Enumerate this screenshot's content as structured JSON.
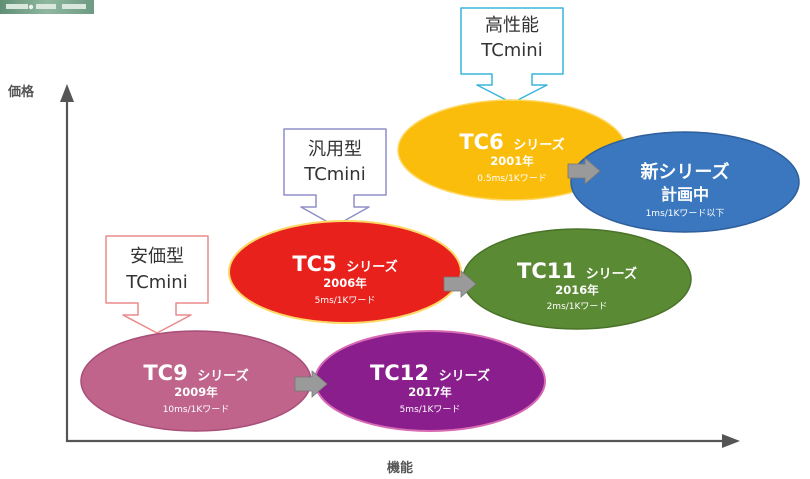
{
  "axes": {
    "y_label": "価格",
    "x_label": "機能"
  },
  "colors": {
    "axis": "#555555",
    "tc9": "#c0648c",
    "tc12": "#8a1e8c",
    "tc5": "#e8211d",
    "tc11": "#5b8a34",
    "tc6": "#fbbd0c",
    "new_series": "#3a77be",
    "arrow_gray": "#9a9a9a",
    "callout_high": "#39b6dc",
    "callout_general": "#8f8fc8",
    "callout_budget": "#ea8a8a"
  },
  "series": {
    "tc9": {
      "name": "TC9",
      "suffix": "シリーズ",
      "year": "2009年",
      "speed": "10ms/1Kワード"
    },
    "tc12": {
      "name": "TC12",
      "suffix": "シリーズ",
      "year": "2017年",
      "speed": "5ms/1Kワード"
    },
    "tc5": {
      "name": "TC5",
      "suffix": "シリーズ",
      "year": "2006年",
      "speed": "5ms/1Kワード"
    },
    "tc11": {
      "name": "TC11",
      "suffix": "シリーズ",
      "year": "2016年",
      "speed": "2ms/1Kワード"
    },
    "tc6": {
      "name": "TC6",
      "suffix": "シリーズ",
      "year": "2001年",
      "speed": "0.5ms/1Kワード"
    },
    "new": {
      "line1": "新シリーズ",
      "line2": "計画中",
      "speed": "1ms/1Kワード以下"
    }
  },
  "callouts": {
    "high": {
      "line1": "高性能",
      "line2": "TCmini"
    },
    "general": {
      "line1": "汎用型",
      "line2": "TCmini"
    },
    "budget": {
      "line1": "安価型",
      "line2": "TCmini"
    }
  }
}
